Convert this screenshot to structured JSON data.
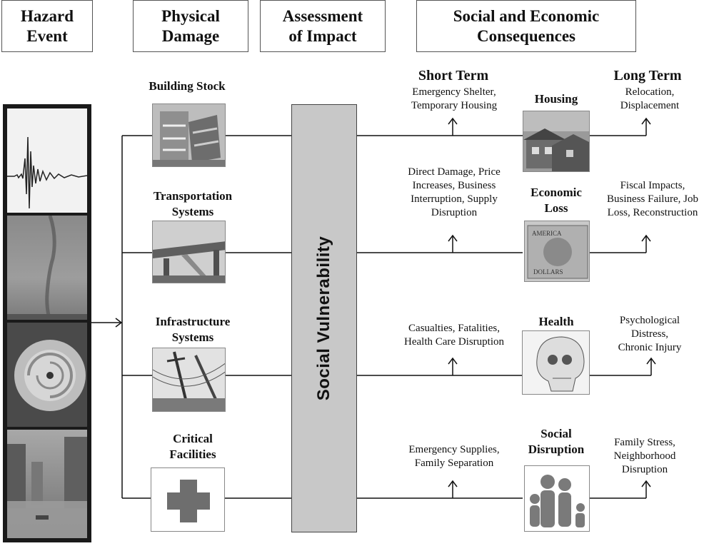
{
  "headers": {
    "hazard": "Hazard\nEvent",
    "physical": "Physical\nDamage",
    "assessment": "Assessment\nof Impact",
    "social": "Social and Economic\nConsequences"
  },
  "physical_damage": {
    "building": "Building Stock",
    "transportation": "Transportation\nSystems",
    "infrastructure": "Infrastructure\nSystems",
    "critical": "Critical\nFacilities"
  },
  "assessment_bar": "Social Vulnerability",
  "terms": {
    "short": "Short Term",
    "long": "Long Term"
  },
  "consequences": [
    {
      "category": "Housing",
      "short": "Emergency Shelter,\nTemporary Housing",
      "long": "Relocation,\nDisplacement"
    },
    {
      "category": "Economic\nLoss",
      "short": "Direct Damage, Price\nIncreases, Business\nInterruption, Supply\nDisruption",
      "long": "Fiscal Impacts,\nBusiness Failure, Job\nLoss, Reconstruction"
    },
    {
      "category": "Health",
      "short": "Casualties, Fatalities,\nHealth Care Disruption",
      "long": "Psychological\nDistress,\nChronic Injury"
    },
    {
      "category": "Social\nDisruption",
      "short": "Emergency Supplies,\nFamily Separation",
      "long": "Family Stress,\nNeighborhood\nDisruption"
    }
  ]
}
